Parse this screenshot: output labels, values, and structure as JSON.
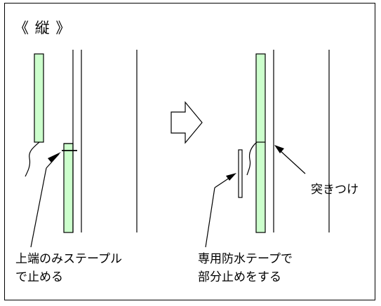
{
  "title": "《 縦 》",
  "labels": {
    "left_note_line1": "上端のみステープル",
    "left_note_line2": "で止める",
    "right_note_line1": "専用防水テープで",
    "right_note_line2": "部分止めをする",
    "butt_joint": "突きつけ"
  },
  "colors": {
    "strip_fill": "#ccffcc",
    "line": "#000000"
  }
}
